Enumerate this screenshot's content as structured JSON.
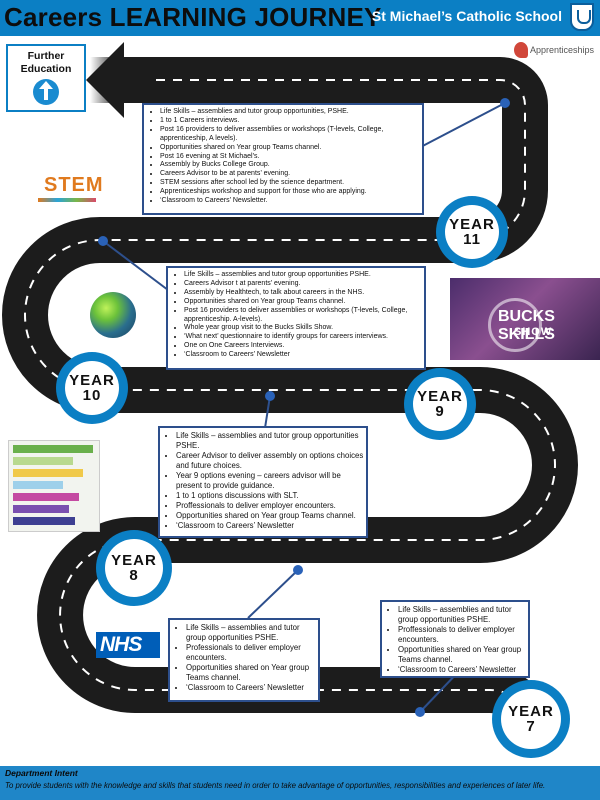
{
  "header": {
    "title": "Careers LEARNING JOURNEY",
    "school": "St Michael’s Catholic School"
  },
  "further_education": {
    "label": "Further\nEducation"
  },
  "logos": {
    "apprenticeships": "Apprenticeships",
    "stem": "STEM",
    "bucks_line1": "BUCKS SKILLS",
    "bucks_line2": "SHOW",
    "nhs": "NHS"
  },
  "years": {
    "y11": "YEAR\n11",
    "y10": "YEAR\n10",
    "y9": "YEAR\n9",
    "y8": "YEAR\n8",
    "y7": "YEAR\n7"
  },
  "y11_items": [
    "Life Skills – assemblies and tutor group opportunities, PSHE.",
    "1 to 1 Careers interviews.",
    "Post 16 providers to deliver assemblies or workshops (T-levels, College, apprenticeship, A levels).",
    "Opportunities shared on Year group Teams channel.",
    "Post 16 evening  at St Michael’s.",
    "Assembly by Bucks College Group.",
    "Careers Advisor to be at parents’ evening.",
    "STEM sessions after school led by the science department.",
    "Apprenticeships workshop and support for those who are applying.",
    "‘Classroom to Careers’ Newsletter."
  ],
  "y10_items": [
    "Life Skills – assemblies and tutor group opportunities PSHE.",
    "Careers Advisor t at parents’ evening.",
    "Assembly by Healthtech, to talk about careers in the NHS.",
    "Opportunities shared on Year group Teams channel.",
    "Post 16 providers to deliver assemblies or workshops (T-levels, College, apprenticeship. A-levels).",
    "Whole year group visit to the Bucks Skills Show.",
    "‘What next’ questionnaire to identify groups for careers interviews.",
    "One on One Careers Interviews.",
    "‘Classroom to Careers’ Newsletter"
  ],
  "y9_items": [
    "Life Skills – assemblies and tutor group opportunities PSHE.",
    "Career Advisor to deliver assembly on options choices and future choices.",
    "Year 9 options evening – careers advisor will be present to provide guidance.",
    "1 to 1 options discussions with SLT.",
    "Proffessionals to deliver employer encounters.",
    "Opportunities shared on Year group Teams channel.",
    "‘Classroom to Careers’ Newsletter"
  ],
  "y8_items": [
    "Life Skills – assemblies and tutor group opportunities  PSHE.",
    "Professionals to deliver employer encounters.",
    "Opportunities  shared on Year group Teams channel.",
    "‘Classroom to Careers’ Newsletter"
  ],
  "y7_items": [
    "Life Skills – assemblies and tutor group opportunities PSHE.",
    "Proffessionals to deliver employer encounters.",
    "Opportunities shared on Year group Teams channel.",
    "‘Classroom to Careers’ Newsletter"
  ],
  "intent": {
    "title": "Department Intent",
    "text": "To provide students with the knowledge and skills that students need in order to take advantage of opportunities, responsibilities and experiences of later life."
  },
  "colors": {
    "brand_blue": "#0b7fc4",
    "road": "#1c1c1c",
    "box_border": "#2d4f8c"
  }
}
